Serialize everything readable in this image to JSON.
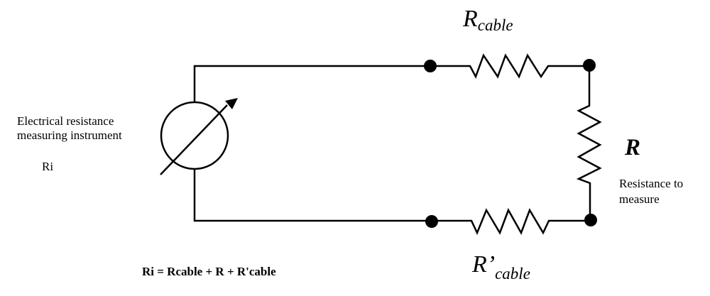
{
  "diagram": {
    "type": "circuit-schematic",
    "stroke_color": "#000000",
    "background_color": "#ffffff",
    "instrument": {
      "label_line1": "Electrical resistance",
      "label_line2": "measuring instrument",
      "symbol_label": "Ri",
      "icon": "variable-meter-icon"
    },
    "top_cable": {
      "symbol": "R",
      "subscript": "cable",
      "icon": "resistor-icon"
    },
    "measured_resistor": {
      "symbol": "R",
      "description_line1": "Resistance to",
      "description_line2": "measure",
      "icon": "resistor-icon"
    },
    "bottom_cable": {
      "symbol": "R’",
      "subscript": "cable",
      "icon": "resistor-icon"
    },
    "formula": "Ri = Rcable + R + R'cable",
    "nodes": [
      "top-left-terminal",
      "top-right-terminal",
      "bottom-left-terminal",
      "bottom-right-terminal"
    ]
  }
}
